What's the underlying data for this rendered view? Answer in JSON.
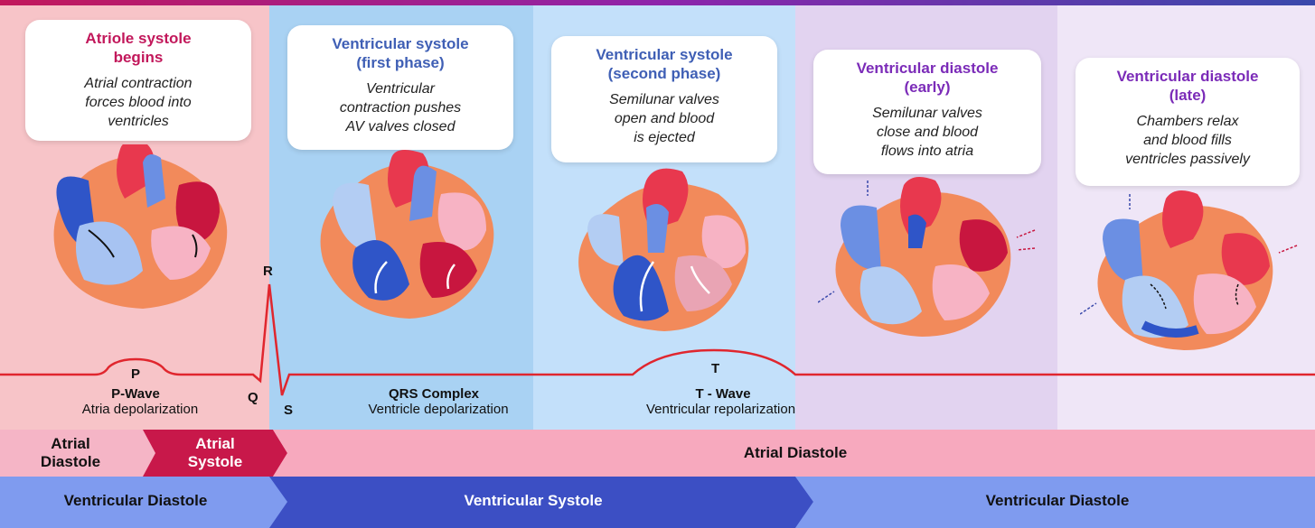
{
  "panels": [
    {
      "title": "Atriole systole\nbegins",
      "body": "Atrial contraction\nforces blood into\nventricles"
    },
    {
      "title": "Ventricular systole\n(first phase)",
      "body": "Ventricular\ncontraction pushes\nAV valves closed"
    },
    {
      "title": "Ventricular systole\n(second phase)",
      "body": "Semilunar valves\nopen and blood\nis ejected"
    },
    {
      "title": "Ventricular diastole\n(early)",
      "body": "Semilunar valves\nclose and blood\nflows into atria"
    },
    {
      "title": "Ventricular diastole\n(late)",
      "body": "Chambers relax\nand blood fills\nventricles passively"
    }
  ],
  "ecg": {
    "p": "P",
    "q": "Q",
    "r": "R",
    "s": "S",
    "t": "T",
    "p_wave": "P-Wave",
    "p_desc": "Atria depolarization",
    "qrs": "QRS Complex",
    "qrs_desc": "Ventricle depolarization",
    "t_wave": "T - Wave",
    "t_desc": "Ventricular repolarization"
  },
  "atrial_row": {
    "seg1": "Atrial\nDiastole",
    "seg2": "Atrial\nSystole",
    "seg3": "Atrial Diastole"
  },
  "ventricular_row": {
    "seg1": "Ventricular Diastole",
    "seg2": "Ventricular Systole",
    "seg3": "Ventricular Diastole"
  },
  "colors": {
    "ecg_line": "#e0262e",
    "atrial_systole": "#c8184a",
    "ventricular_systole": "#3c4fc4"
  }
}
